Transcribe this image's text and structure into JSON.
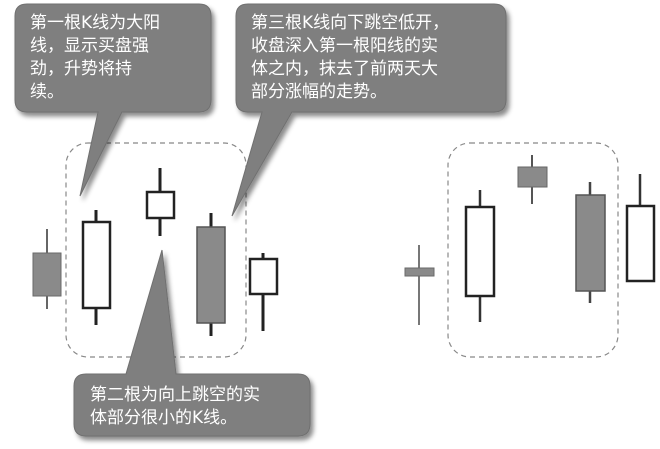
{
  "callouts": {
    "first": "第一根K线为大阳\n线，显示买盘强\n劲，升势将持\n续。",
    "third": "第三根K线向下跳空低开，\n收盘深入第一根阳线的实\n体之内，抹去了前两天大\n部分涨幅的走势。",
    "second": "第二根为向上跳空的实\n体部分很小的K线。"
  },
  "colors": {
    "callout_fill": "#7f7f7f",
    "bull_body": "#ffffff",
    "bear_body": "#8a8a8a",
    "line": "#2a2a2a",
    "dashed_frame": "#888888"
  },
  "left_group": {
    "candles": [
      {
        "name": "context-bear-left",
        "type": "bear"
      },
      {
        "name": "first-bull",
        "type": "bull"
      },
      {
        "name": "second-small-gap-up",
        "type": "bull"
      },
      {
        "name": "third-bear-gap-down",
        "type": "bear"
      },
      {
        "name": "after-bull-left",
        "type": "bull"
      }
    ]
  },
  "right_group": {
    "candles": [
      {
        "name": "doji-right",
        "type": "bear"
      },
      {
        "name": "first-bull-right",
        "type": "bull"
      },
      {
        "name": "second-bear-gap-right",
        "type": "bear"
      },
      {
        "name": "third-bear-right",
        "type": "bear"
      },
      {
        "name": "after-bull-right",
        "type": "bull"
      }
    ]
  }
}
